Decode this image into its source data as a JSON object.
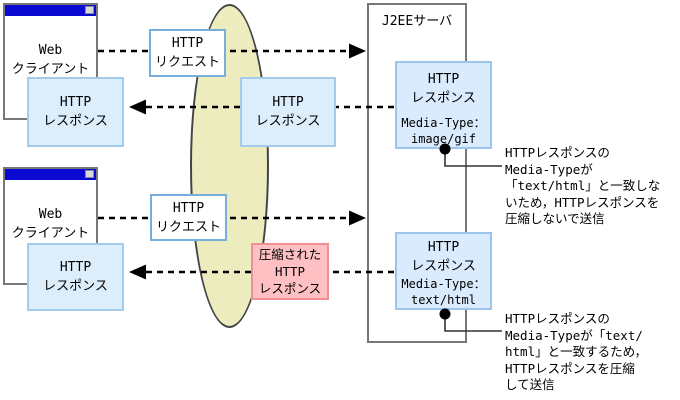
{
  "colors": {
    "response_box_fill": "#dcedfb",
    "response_box_border": "#a5cbea",
    "request_box_border": "#78aedc",
    "compressed_box_fill": "#ffc0c4",
    "compressed_box_border": "#ef9193",
    "network_ellipse_fill": "#edecbe",
    "window_titlebar": "#0a0ad2",
    "frame_border": "#777777"
  },
  "client_top": {
    "line1": "Web",
    "line2": "クライアント"
  },
  "client_bottom": {
    "line1": "Web",
    "line2": "クライアント"
  },
  "server": {
    "label": "J2EEサーバ"
  },
  "boxes": {
    "request_top": {
      "line1": "HTTP",
      "line2": "リクエスト"
    },
    "request_bottom": {
      "line1": "HTTP",
      "line2": "リクエスト"
    },
    "response_client_top": {
      "line1": "HTTP",
      "line2": "レスポンス"
    },
    "response_client_bottom": {
      "line1": "HTTP",
      "line2": "レスポンス"
    },
    "response_transit_top": {
      "line1": "HTTP",
      "line2": "レスポンス"
    },
    "response_compressed": {
      "line1": "圧縮された",
      "line2": "HTTP",
      "line3": "レスポンス"
    },
    "response_server_top": {
      "line1": "HTTP",
      "line2": "レスポンス",
      "meta_label": "Media-Type：",
      "meta_value": "image/gif"
    },
    "response_server_bottom": {
      "line1": "HTTP",
      "line2": "レスポンス",
      "meta_label": "Media-Type：",
      "meta_value": "text/html"
    }
  },
  "annotations": {
    "top": {
      "lines": [
        "HTTPレスポンスの",
        "Media-Typeが",
        "「text/html」と一致しな",
        "いため，HTTPレスポンスを",
        "圧縮しないで送信"
      ]
    },
    "bottom": {
      "lines": [
        "HTTPレスポンスの",
        "Media-Typeが「text/",
        "html」と一致するため，",
        "HTTPレスポンスを圧縮",
        "して送信"
      ]
    }
  }
}
